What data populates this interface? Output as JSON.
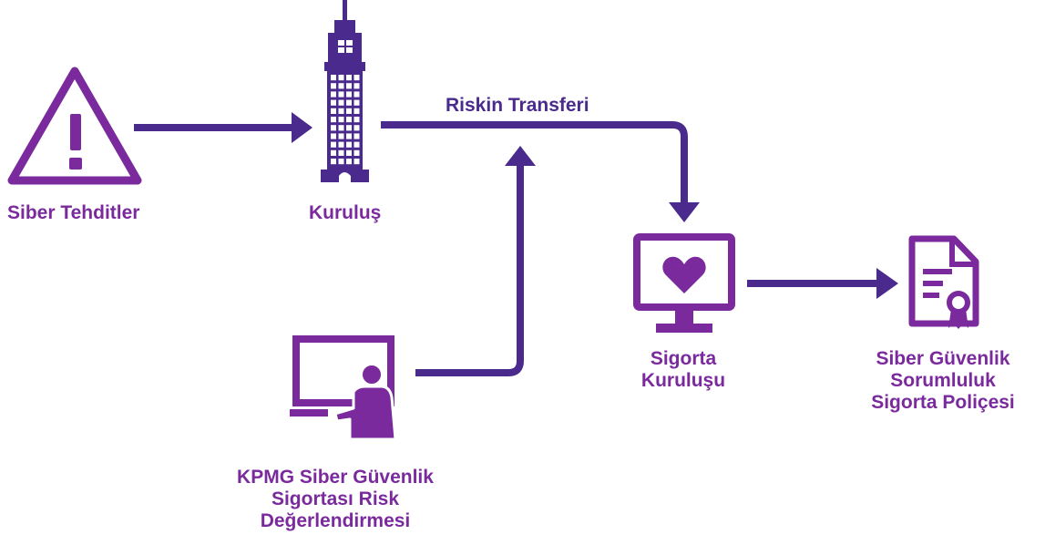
{
  "colors": {
    "primary": "#7a2a9c",
    "arrow": "#4a2a8c",
    "background": "#ffffff"
  },
  "nodes": {
    "threats": {
      "icon": "warning-triangle-icon",
      "label": "Siber Tehditler"
    },
    "organization": {
      "icon": "building-icon",
      "label": "Kuruluş"
    },
    "insurer": {
      "icon": "monitor-heart-icon",
      "label_lines": [
        "Sigorta",
        "Kuruluşu"
      ]
    },
    "policy": {
      "icon": "certificate-document-icon",
      "label_lines": [
        "Siber Güvenlik",
        "Sorumluluk",
        "Sigorta Poliçesi"
      ]
    },
    "assessment": {
      "icon": "presenter-board-icon",
      "label_lines": [
        "KPMG Siber Güvenlik",
        "Sigortası Risk",
        "Değerlendirmesi"
      ]
    }
  },
  "edges": {
    "risk_transfer_label": "Riskin Transferi"
  }
}
